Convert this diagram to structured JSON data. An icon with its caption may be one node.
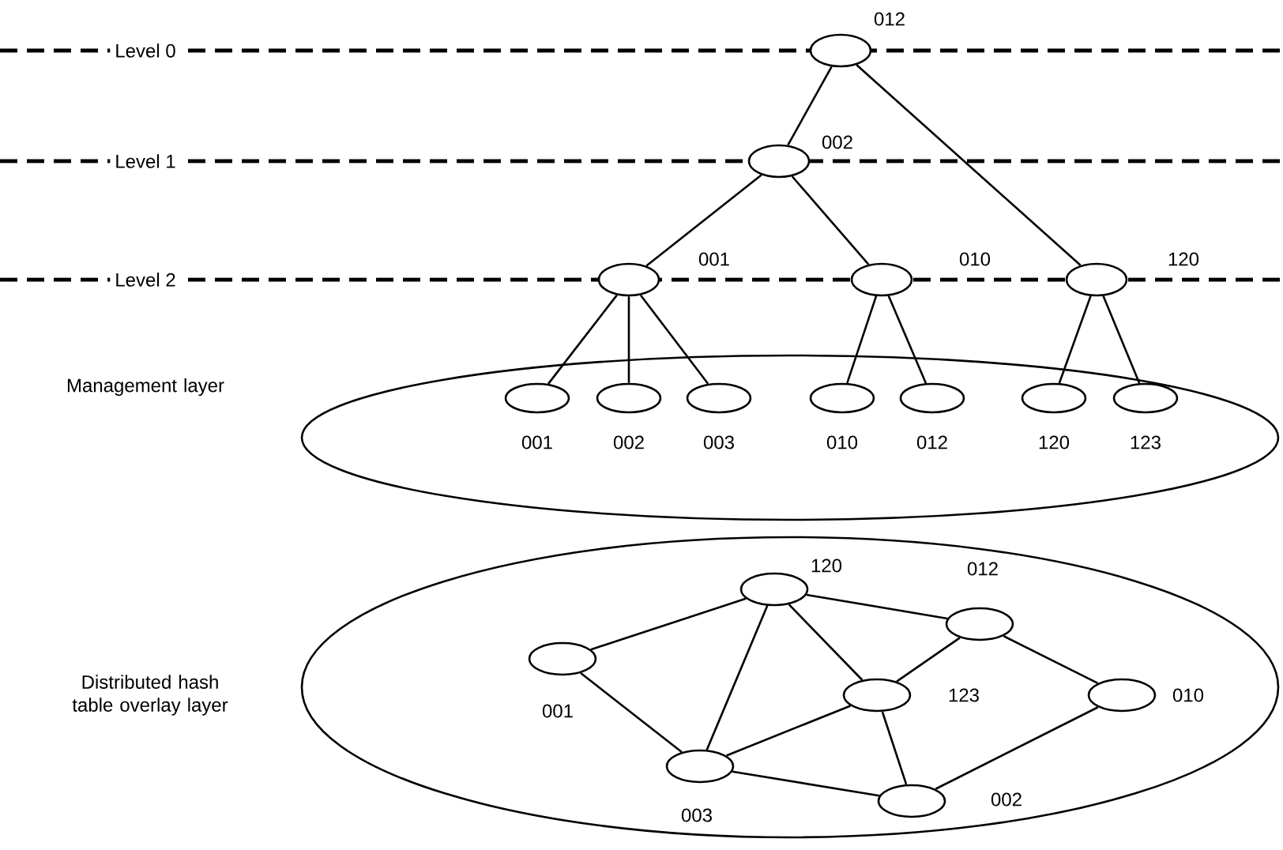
{
  "diagram": {
    "nodes": [
      {
        "text": [
          "012"
        ]
      },
      {
        "text": [
          "002"
        ]
      },
      {
        "text": [
          "001"
        ]
      },
      {
        "text": [
          "010"
        ]
      },
      {
        "text": [
          "120"
        ]
      },
      {
        "text": [
          "Management layer"
        ]
      },
      {
        "text": [
          "001"
        ],
        "in": 5
      },
      {
        "text": [
          "002"
        ],
        "in": 5
      },
      {
        "text": [
          "003"
        ],
        "in": 5
      },
      {
        "text": [
          "010"
        ],
        "in": 5
      },
      {
        "text": [
          "012"
        ],
        "in": 5
      },
      {
        "text": [
          "120"
        ],
        "in": 5
      },
      {
        "text": [
          "123"
        ],
        "in": 5
      },
      {
        "text": [
          "Distributed hash table overlay layer"
        ]
      },
      {
        "text": [
          "120"
        ],
        "in": 13
      },
      {
        "text": [
          "012"
        ],
        "in": 13
      },
      {
        "text": [
          "001"
        ],
        "in": 13
      },
      {
        "text": [
          "123"
        ],
        "in": 13
      },
      {
        "text": [
          "010"
        ],
        "in": 13
      },
      {
        "text": [
          "003"
        ],
        "in": 13
      },
      {
        "text": [
          "002"
        ],
        "in": 13
      }
    ],
    "edges": [
      {
        "from": 0,
        "to": 1,
        "arrow": "none"
      },
      {
        "from": 0,
        "to": 4,
        "arrow": "none"
      },
      {
        "from": 1,
        "to": 2,
        "arrow": "none"
      },
      {
        "from": 1,
        "to": 3,
        "arrow": "none"
      },
      {
        "from": 2,
        "to": 6,
        "arrow": "none"
      },
      {
        "from": 2,
        "to": 7,
        "arrow": "none"
      },
      {
        "from": 2,
        "to": 8,
        "arrow": "none"
      },
      {
        "from": 3,
        "to": 9,
        "arrow": "none"
      },
      {
        "from": 3,
        "to": 10,
        "arrow": "none"
      },
      {
        "from": 4,
        "to": 11,
        "arrow": "none"
      },
      {
        "from": 4,
        "to": 12,
        "arrow": "none"
      },
      {
        "from": 16,
        "to": 14,
        "arrow": "none"
      },
      {
        "from": 16,
        "to": 19,
        "arrow": "none"
      },
      {
        "from": 14,
        "to": 19,
        "arrow": "none"
      },
      {
        "from": 14,
        "to": 17,
        "arrow": "none"
      },
      {
        "from": 14,
        "to": 15,
        "arrow": "none"
      },
      {
        "from": 15,
        "to": 17,
        "arrow": "none"
      },
      {
        "from": 15,
        "to": 18,
        "arrow": "none"
      },
      {
        "from": 17,
        "to": 19,
        "arrow": "none"
      },
      {
        "from": 17,
        "to": 20,
        "arrow": "none"
      },
      {
        "from": 19,
        "to": 20,
        "arrow": "none"
      },
      {
        "from": 18,
        "to": 20,
        "arrow": "none"
      }
    ],
    "labels": [
      "Level 0",
      "Level 1",
      "Level 2"
    ]
  }
}
